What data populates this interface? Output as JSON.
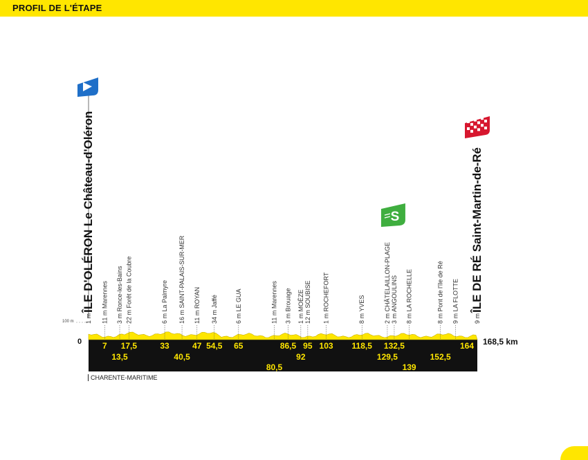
{
  "header": {
    "title": "PROFIL DE L'ÉTAPE"
  },
  "chart_data": {
    "type": "area",
    "total_distance_label": "168,5 km",
    "zero_label": "0",
    "alt_ref_label": "100 m",
    "region": "CHARENTE-MARITIME",
    "start": {
      "label": "ÎLE D'OLÉRON Le Château-d'Oléron",
      "km": 0
    },
    "finish": {
      "label": "ÎLE DE RÉ Saint-Martin-de-Ré",
      "km": 168.5
    },
    "sprint": {
      "label": "S",
      "km": 132.5
    },
    "points": [
      {
        "km": 0,
        "alt": "1 m",
        "name": "",
        "km_label": ""
      },
      {
        "km": 7,
        "alt": "11 m",
        "name": "Marennes",
        "km_label": "7",
        "row": 0
      },
      {
        "km": 13.5,
        "alt": "3 m",
        "name": "Ronce-les-Bains",
        "km_label": "13,5",
        "row": 1
      },
      {
        "km": 17.5,
        "alt": "22 m",
        "name": "Forêt de la Coubre",
        "km_label": "17,5",
        "row": 0
      },
      {
        "km": 33,
        "alt": "6 m",
        "name": "La Palmyre",
        "km_label": "33",
        "row": 0
      },
      {
        "km": 40.5,
        "alt": "16 m",
        "name": "SAINT-PALAIS-SUR-MER",
        "km_label": "40,5",
        "row": 1
      },
      {
        "km": 47,
        "alt": "11 m",
        "name": "ROYAN",
        "km_label": "47",
        "row": 0
      },
      {
        "km": 54.5,
        "alt": "34 m",
        "name": "Jaffé",
        "km_label": "54,5",
        "row": 0
      },
      {
        "km": 65,
        "alt": "6 m",
        "name": "LE GUA",
        "km_label": "65",
        "row": 0
      },
      {
        "km": 80.5,
        "alt": "11 m",
        "name": "Marennes",
        "km_label": "80,5",
        "row": 2
      },
      {
        "km": 86.5,
        "alt": "3 m",
        "name": "Brouage",
        "km_label": "86,5",
        "row": 0
      },
      {
        "km": 92,
        "alt": "1 m",
        "name": "MOËZE",
        "km_label": "92",
        "row": 1
      },
      {
        "km": 95,
        "alt": "12 m",
        "name": "SOUBISE",
        "km_label": "95",
        "row": 0
      },
      {
        "km": 103,
        "alt": "1 m",
        "name": "ROCHEFORT",
        "km_label": "103",
        "row": 0
      },
      {
        "km": 118.5,
        "alt": "8 m",
        "name": "YVES",
        "km_label": "118,5",
        "row": 0
      },
      {
        "km": 129.5,
        "alt": "2 m",
        "name": "CHÂTELAILLON-PLAGE",
        "km_label": "129,5",
        "row": 1
      },
      {
        "km": 132.5,
        "alt": "3 m",
        "name": "ANGOULINS",
        "km_label": "132,5",
        "row": 0
      },
      {
        "km": 139,
        "alt": "8 m",
        "name": "LA ROCHELLE",
        "km_label": "139",
        "row": 2
      },
      {
        "km": 152.5,
        "alt": "8 m",
        "name": "Pont de l'île de Ré",
        "km_label": "152,5",
        "row": 1
      },
      {
        "km": 159,
        "alt": "9 m",
        "name": "LA FLOTTE",
        "km_label": "",
        "row": 0
      },
      {
        "km": 164,
        "alt": "",
        "name": "",
        "km_label": "164",
        "row": 0
      },
      {
        "km": 168.5,
        "alt": "9 m",
        "name": "",
        "km_label": ""
      }
    ],
    "colors": {
      "yellow": "#ffe600",
      "black": "#111111",
      "start_blue": "#1f6fc8",
      "sprint_green": "#3fae3f",
      "finish_red": "#d7172f"
    }
  }
}
